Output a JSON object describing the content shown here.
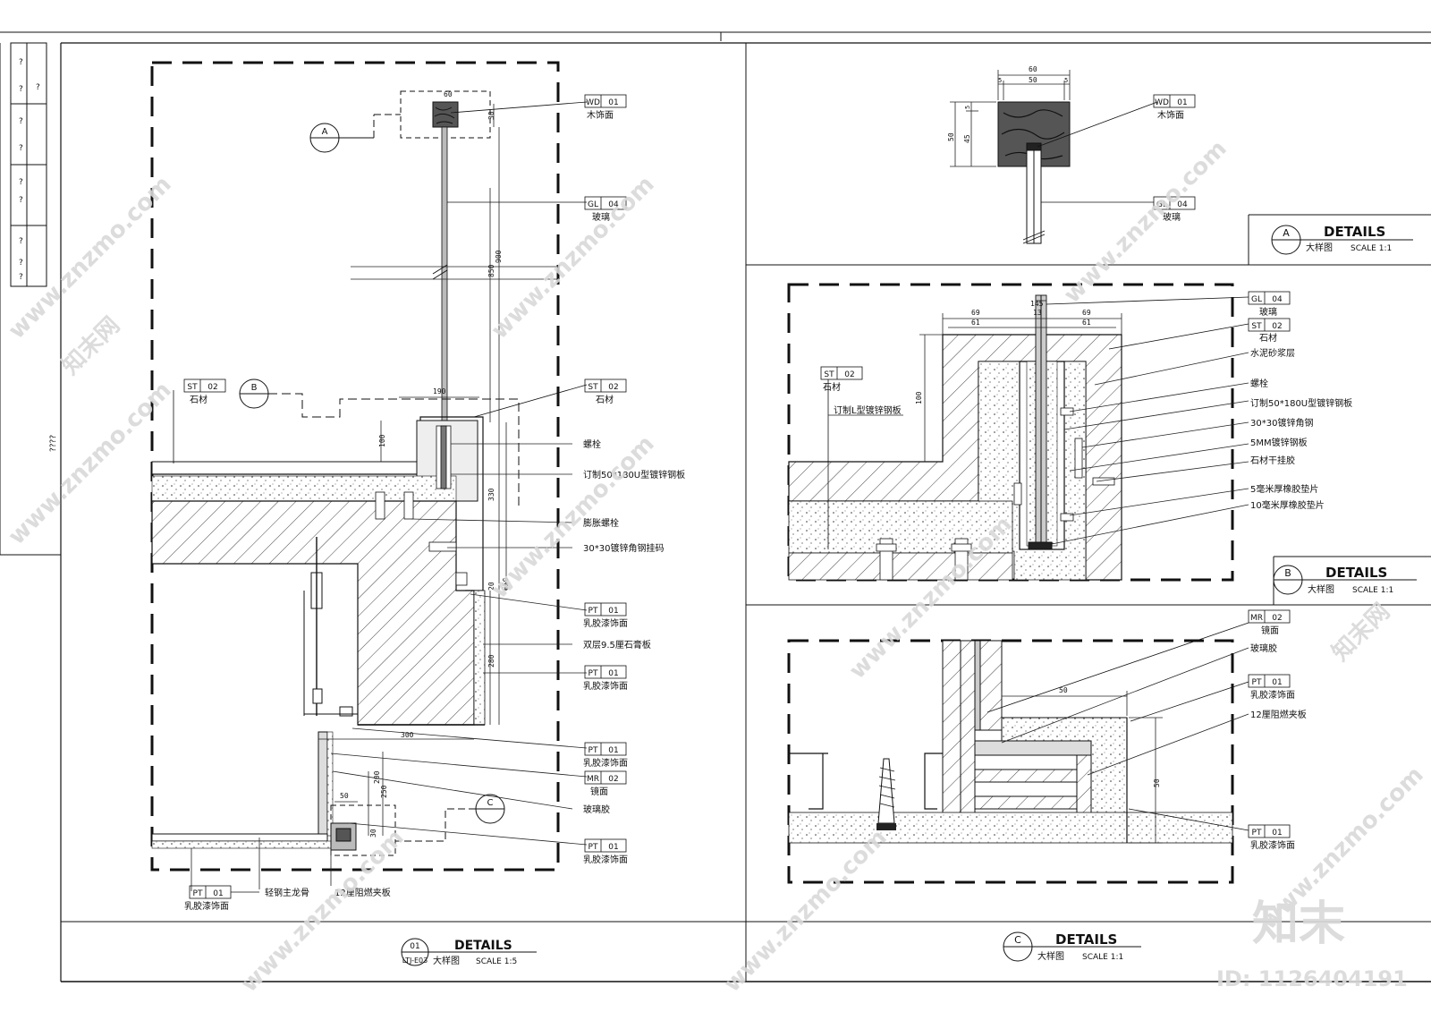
{
  "sheet": {
    "title_block_marks": [
      "?",
      "?",
      "?",
      "?",
      "?",
      "?",
      "?",
      "?",
      "?",
      "?",
      "????"
    ]
  },
  "details": {
    "main": {
      "number": "01",
      "ref": "LTJ-E03",
      "title": "DETAILS",
      "subtitle": "大样图",
      "scale": "SCALE  1:5",
      "callouts": [
        {
          "code": "WD",
          "num": "01",
          "label": "木饰面"
        },
        {
          "code": "GL",
          "num": "04",
          "label": "玻璃"
        },
        {
          "code": "ST",
          "num": "02",
          "label": "石材"
        },
        {
          "code": "ST",
          "num": "02",
          "label": "石材"
        },
        {
          "code": "PT",
          "num": "01",
          "label": "乳胶漆饰面"
        },
        {
          "code": "PT",
          "num": "01",
          "label": "乳胶漆饰面"
        },
        {
          "code": "PT",
          "num": "01",
          "label": "乳胶漆饰面"
        },
        {
          "code": "MR",
          "num": "02",
          "label": "镜面"
        },
        {
          "code": "PT",
          "num": "01",
          "label": "乳胶漆饰面"
        },
        {
          "code": "PT",
          "num": "01",
          "label": "乳胶漆饰面"
        }
      ],
      "notes": [
        "螺栓",
        "订制50*180U型镀锌钢板",
        "膨胀螺栓",
        "30*30镀锌角钢挂码",
        "双层9.5厘石膏板",
        "玻璃胶",
        "轻钢主龙骨",
        "12厘阻燃夹板"
      ],
      "dims": [
        "60",
        "30",
        "900",
        "850",
        "100",
        "190",
        "330",
        "650",
        "20",
        "280",
        "300",
        "200",
        "250",
        "50",
        "30"
      ],
      "markers": [
        "A",
        "B",
        "C"
      ]
    },
    "a": {
      "title": "DETAILS",
      "subtitle": "大样图",
      "scale": "SCALE  1:1",
      "marker": "A",
      "callouts": [
        {
          "code": "WD",
          "num": "01",
          "label": "木饰面"
        },
        {
          "code": "GL",
          "num": "04",
          "label": "玻璃"
        }
      ],
      "dims": [
        "60",
        "5",
        "50",
        "5",
        "5",
        "45",
        "50"
      ]
    },
    "b": {
      "title": "DETAILS",
      "subtitle": "大样图",
      "scale": "SCALE  1:1",
      "marker": "B",
      "callouts": [
        {
          "code": "GL",
          "num": "04",
          "label": "玻璃"
        },
        {
          "code": "ST",
          "num": "02",
          "label": "石材"
        },
        {
          "code": "ST",
          "num": "02",
          "label": "石材"
        }
      ],
      "notes": [
        "水泥砂浆层",
        "螺栓",
        "订制50*180U型镀锌钢板",
        "30*30镀锌角钢",
        "5MM镀锌钢板",
        "石材干挂胶",
        "5毫米厚橡胶垫片",
        "10毫米厚橡胶垫片",
        "订制L型镀锌钢板"
      ],
      "dims": [
        "69",
        "61",
        "145",
        "13",
        "69",
        "61",
        "100"
      ]
    },
    "c": {
      "title": "DETAILS",
      "subtitle": "大样图",
      "scale": "SCALE  1:1",
      "marker": "C",
      "callouts": [
        {
          "code": "MR",
          "num": "02",
          "label": "镜面"
        },
        {
          "code": "PT",
          "num": "01",
          "label": "乳胶漆饰面"
        },
        {
          "code": "PT",
          "num": "01",
          "label": "乳胶漆饰面"
        }
      ],
      "notes": [
        "玻璃胶",
        "12厘阻燃夹板"
      ],
      "dims": [
        "50",
        "50"
      ]
    }
  },
  "watermark": {
    "url": "www.znzmo.com",
    "brand": "知末网",
    "logo": "知末",
    "id": "ID: 1126404191"
  }
}
